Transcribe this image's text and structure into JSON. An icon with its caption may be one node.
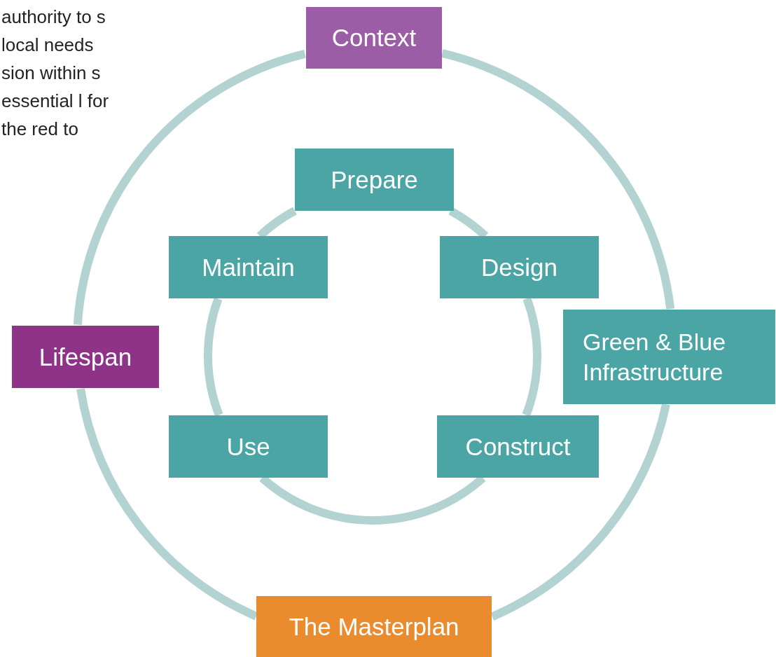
{
  "diagram": {
    "nodes": [
      {
        "text": [
          "Context"
        ]
      },
      {
        "text": [
          "Prepare"
        ]
      },
      {
        "text": [
          "Maintain"
        ]
      },
      {
        "text": [
          "Design"
        ]
      },
      {
        "text": [
          "Green & Blue Infrastructure"
        ]
      },
      {
        "text": [
          "Lifespan"
        ]
      },
      {
        "text": [
          "Use"
        ]
      },
      {
        "text": [
          "Construct"
        ]
      },
      {
        "text": [
          "The Masterplan"
        ]
      }
    ],
    "edges": [
      {
        "from": 0,
        "to": 4,
        "arrow": "none"
      },
      {
        "from": 4,
        "to": 8,
        "arrow": "none"
      },
      {
        "from": 8,
        "to": 5,
        "arrow": "none"
      },
      {
        "from": 5,
        "to": 0,
        "arrow": "none"
      },
      {
        "from": 1,
        "to": 3,
        "arrow": "none"
      },
      {
        "from": 3,
        "to": 7,
        "arrow": "none"
      },
      {
        "from": 7,
        "to": 6,
        "arrow": "none"
      },
      {
        "from": 6,
        "to": 2,
        "arrow": "none"
      },
      {
        "from": 2,
        "to": 1,
        "arrow": "none"
      }
    ],
    "labels": [
      "authority to s local needs sion within s essential l for the red to"
    ]
  }
}
